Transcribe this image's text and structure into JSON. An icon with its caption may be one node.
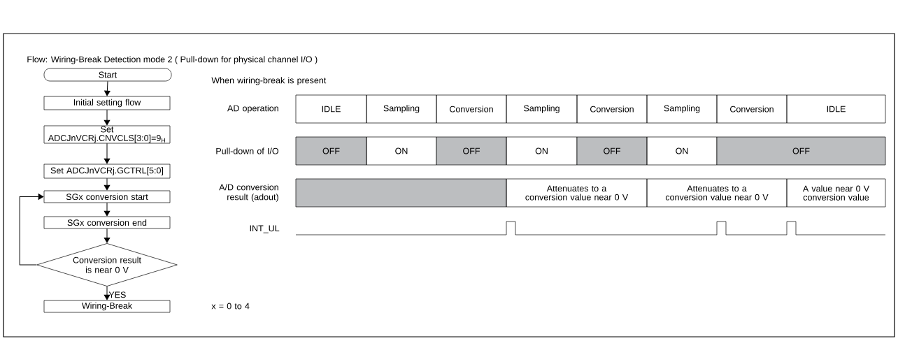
{
  "diagram": {
    "title": "Flow: Wiring-Break Detection mode 2 ( Pull-down for physical channel I/O )",
    "nodes": [
      {
        "text": [
          "Start"
        ]
      },
      {
        "text": [
          "Initial setting flow"
        ]
      },
      {
        "text": [
          "Set ADCJnVCRj.CNVCLS[3:0]=9$_{H}$"
        ]
      },
      {
        "text": [
          "Set ADCJnVCRj.GCTRL[5:0]"
        ]
      },
      {
        "text": [
          "SGx conversion start"
        ]
      },
      {
        "text": [
          "SGx conversion end"
        ]
      },
      {
        "text": [
          "Conversion result is near 0 V"
        ]
      },
      {
        "text": [
          "Wiring-Break"
        ]
      },
      {
        "text": [
          "IDLE"
        ]
      },
      {
        "text": [
          "Sampling"
        ]
      },
      {
        "text": [
          "Conversion"
        ]
      },
      {
        "text": [
          "Sampling"
        ]
      },
      {
        "text": [
          "Conversion"
        ]
      },
      {
        "text": [
          "Sampling"
        ]
      },
      {
        "text": [
          "Conversion"
        ]
      },
      {
        "text": [
          "IDLE"
        ]
      },
      {
        "text": [
          "OFF"
        ]
      },
      {
        "text": [
          "ON"
        ]
      },
      {
        "text": [
          "OFF"
        ]
      },
      {
        "text": [
          "ON"
        ]
      },
      {
        "text": [
          "OFF"
        ]
      },
      {
        "text": [
          "ON"
        ]
      },
      {
        "text": [
          "OFF"
        ]
      },
      {
        "text": [],
        "shape": "box"
      },
      {
        "text": [
          "Attenuates to a conversion value near 0 V"
        ]
      },
      {
        "text": [
          "Attenuates to a conversion value near 0 V"
        ]
      },
      {
        "text": [
          "A value near 0 V conversion value"
        ]
      }
    ],
    "edges": [
      {
        "from": 0,
        "to": 1,
        "arrow": "to"
      },
      {
        "from": 1,
        "to": 2,
        "arrow": "to"
      },
      {
        "from": 2,
        "to": 3,
        "arrow": "to"
      },
      {
        "from": 3,
        "to": 4,
        "arrow": "to"
      },
      {
        "from": 4,
        "to": 5,
        "arrow": "to"
      },
      {
        "from": 5,
        "to": 6,
        "arrow": "to"
      },
      {
        "from": 6,
        "to": 7,
        "arrow": "to",
        "label": "YES"
      },
      {
        "from": 6,
        "to": 4,
        "arrow": "to"
      }
    ],
    "labels": [
      "When wiring-break is present",
      "AD operation",
      "Pull-down of I/O",
      "A/D conversion result (adout)",
      "INT_UL",
      "x = 0 to 4"
    ]
  }
}
